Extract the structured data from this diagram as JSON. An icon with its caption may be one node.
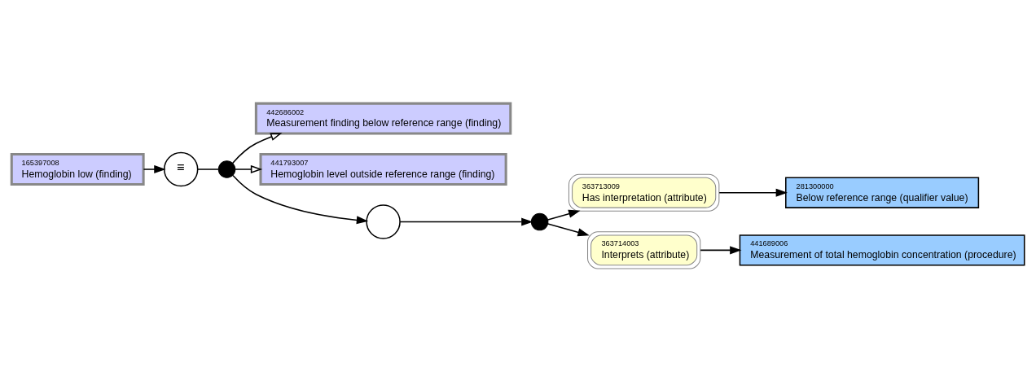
{
  "diagram": {
    "nodes": [
      {
        "text": [
          "165397008",
          "Hemoglobin low (finding)"
        ]
      },
      {
        "text": [
          "≡"
        ]
      },
      {
        "text": [],
        "shape": "circle"
      },
      {
        "text": [
          "442686002",
          "Measurement finding below reference range (finding)"
        ]
      },
      {
        "text": [
          "441793007",
          "Hemoglobin level outside reference range (finding)"
        ]
      },
      {
        "text": [],
        "shape": "circle"
      },
      {
        "text": [],
        "shape": "circle"
      },
      {
        "text": [
          "363713009",
          "Has interpretation (attribute)"
        ]
      },
      {
        "text": [
          "281300000",
          "Below reference range (qualifier value)"
        ]
      },
      {
        "text": [
          "363714003",
          "Interprets (attribute)"
        ]
      },
      {
        "text": [
          "441689006",
          "Measurement of total hemoglobin concentration (procedure)"
        ]
      }
    ],
    "edges": [
      {
        "from": 0,
        "to": 1,
        "arrow": "to"
      },
      {
        "from": 1,
        "to": 2,
        "arrow": "none"
      },
      {
        "from": 2,
        "to": 3,
        "arrow": "to"
      },
      {
        "from": 2,
        "to": 4,
        "arrow": "to"
      },
      {
        "from": 2,
        "to": 5,
        "arrow": "to"
      },
      {
        "from": 5,
        "to": 6,
        "arrow": "to"
      },
      {
        "from": 6,
        "to": 7,
        "arrow": "to"
      },
      {
        "from": 7,
        "to": 8,
        "arrow": "to"
      },
      {
        "from": 6,
        "to": 9,
        "arrow": "to"
      },
      {
        "from": 9,
        "to": 10,
        "arrow": "to"
      }
    ]
  }
}
